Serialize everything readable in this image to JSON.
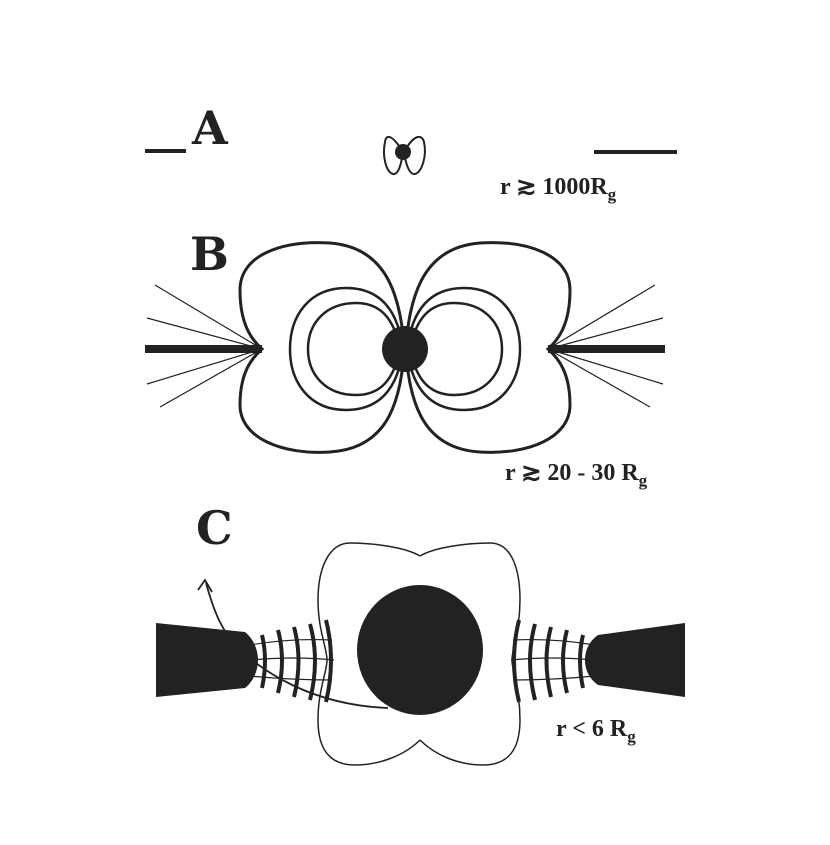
{
  "panels": [
    {
      "id": "A",
      "letter": "A",
      "radius_prefix": "r ≳ 1000R",
      "radius_subscript": "g"
    },
    {
      "id": "B",
      "letter": "B",
      "radius_prefix": "r ≳ 20 - 30 R",
      "radius_subscript": "g"
    },
    {
      "id": "C",
      "letter": "C",
      "radius_prefix": "r < 6 R",
      "radius_subscript": "g"
    }
  ],
  "colors": {
    "ink": "#222222",
    "background": "#ffffff"
  }
}
